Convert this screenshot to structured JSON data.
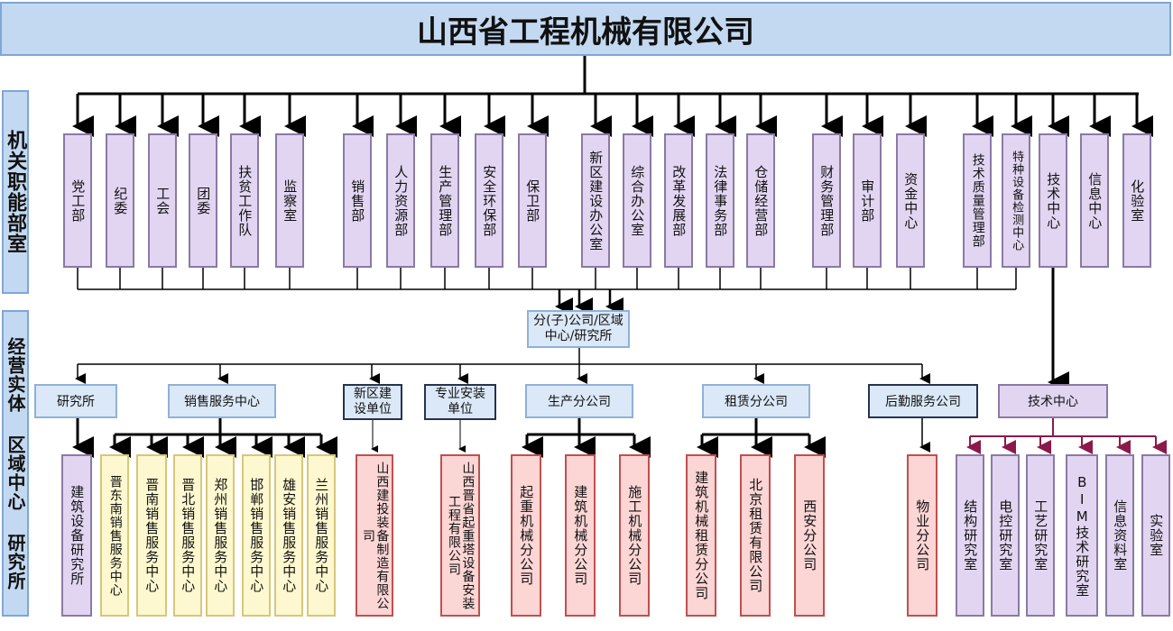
{
  "title": "山西省工程机械有限公司",
  "sidebar": {
    "top": "机关职能部室",
    "bottom": "经营实体 区域中心 研究所"
  },
  "departments": [
    "党工部",
    "纪委",
    "工会",
    "团委",
    "扶贫工作队",
    "监察室",
    "销售部",
    "人力资源部",
    "生产管理部",
    "安全环保部",
    "保卫部",
    "新区建设办公室",
    "综合办公室",
    "改革发展部",
    "法律事务部",
    "仓储经营部",
    "财务管理部",
    "审计部",
    "资金中心",
    "技术质量管理部",
    "特种设备检测中心",
    "技术中心",
    "信息中心",
    "化验室"
  ],
  "hub": "分(子)公司/区域中心/研究所",
  "units": {
    "research": "研究所",
    "sales_center": "销售服务中心",
    "new_area": "新区建设单位",
    "install": "专业安装单位",
    "production": "生产分公司",
    "leasing": "租赁分公司",
    "logistics": "后勤服务公司",
    "tech_center": "技术中心"
  },
  "subs": {
    "research": [
      "建筑设备研究所"
    ],
    "sales": [
      "晋东南销售服务中心",
      "晋南销售服务中心",
      "晋北销售服务中心",
      "郑州销售服务中心",
      "邯郸销售服务中心",
      "雄安销售服务中心",
      "兰州销售服务中心"
    ],
    "new_area": [
      "山西建投装备制造有限公司"
    ],
    "install": [
      "山西晋省起重塔设备安装工程有限公司"
    ],
    "production": [
      "起重机械分公司",
      "建筑机械分公司",
      "施工机械分公司"
    ],
    "leasing": [
      "建筑机械租赁分公司",
      "北京租赁有限公司",
      "西安分公司"
    ],
    "logistics": [
      "物业分公司"
    ],
    "tech": [
      "结构研究室",
      "电控研究室",
      "工艺研究室",
      "BIM技术研究室",
      "信息资料室",
      "实验室"
    ]
  },
  "colors": {
    "title_bg": "#c3d9f1",
    "dept_bg": "#e2d5f2",
    "sales_bg": "#fdf8cf",
    "company_bg": "#fcd5d5",
    "tech_link": "#8b1a4a"
  }
}
